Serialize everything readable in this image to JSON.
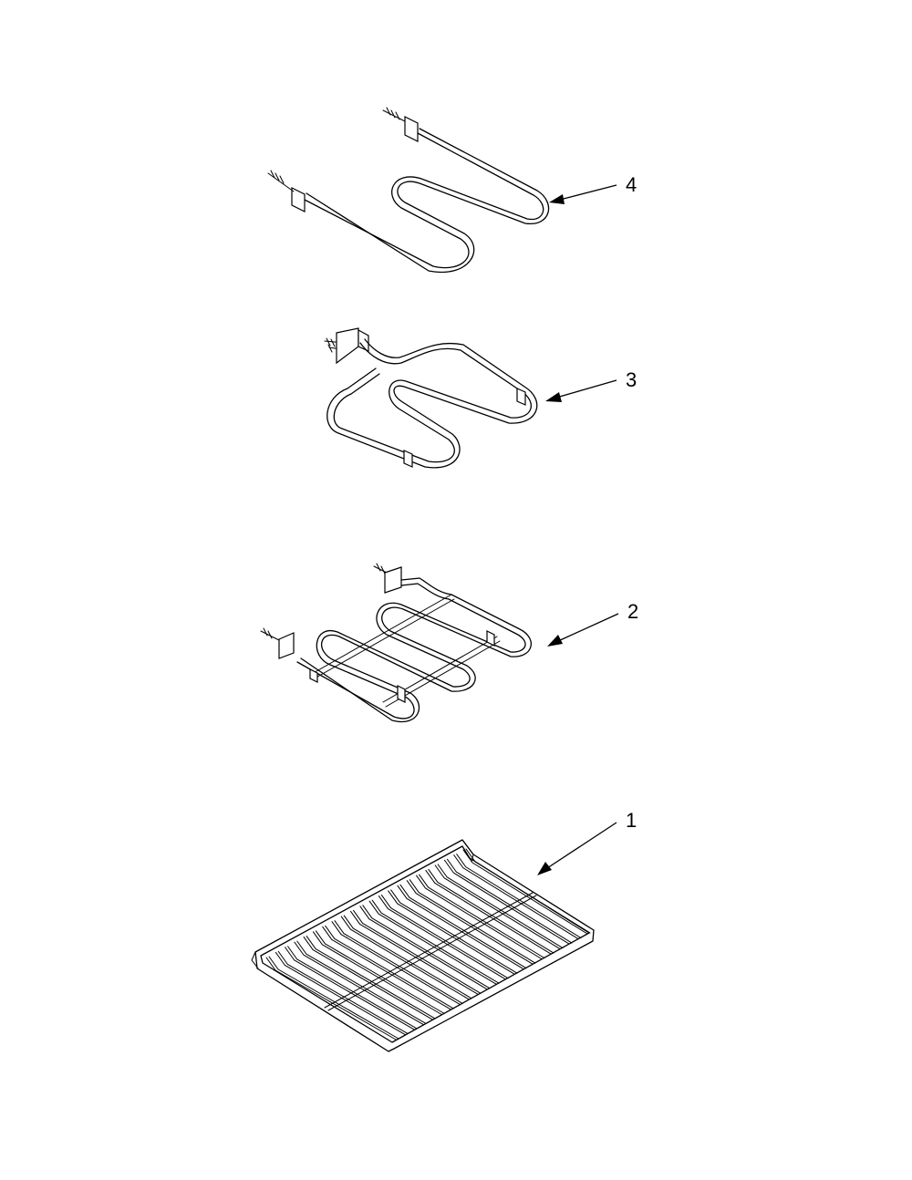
{
  "callouts": {
    "part_4": "4",
    "part_3": "3",
    "part_2": "2",
    "part_1": "1"
  }
}
